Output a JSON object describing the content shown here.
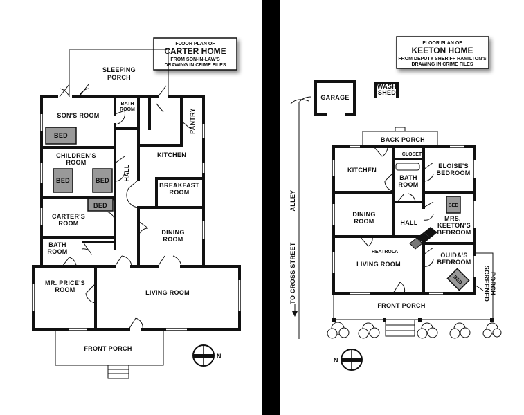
{
  "carter": {
    "title_small": "FLOOR PLAN OF",
    "title_big": "CARTER HOME",
    "subtitle_1": "FROM SON-IN-LAW'S",
    "subtitle_2": "DRAWING IN CRIME FILES",
    "rooms": {
      "sleeping_porch_1": "SLEEPING",
      "sleeping_porch_2": "PORCH",
      "sons_room": "SON'S ROOM",
      "bath_1": "BATH",
      "bath_2": "ROOM",
      "pantry": "PANTRY",
      "kitchen": "KITCHEN",
      "hall": "HALL",
      "childrens_1": "CHILDREN'S",
      "childrens_2": "ROOM",
      "breakfast_1": "BREAKFAST",
      "breakfast_2": "ROOM",
      "carters_1": "CARTER'S",
      "carters_2": "ROOM",
      "dining_1": "DINING",
      "dining_2": "ROOM",
      "bath2_1": "BATH",
      "bath2_2": "ROOM",
      "price_1": "MR. PRICE'S",
      "price_2": "ROOM",
      "living": "LIVING ROOM",
      "front_porch": "FRONT PORCH"
    },
    "beds": [
      "BED",
      "BED",
      "BED",
      "BED"
    ],
    "north": "N"
  },
  "keeton": {
    "title_small": "FLOOR PLAN OF",
    "title_big": "KEETON HOME",
    "subtitle_1": "FROM DEPUTY SHERIFF HAMILTON'S",
    "subtitle_2": "DRAWING IN CRIME FILES",
    "rooms": {
      "garage": "GARAGE",
      "wash_1": "WASH",
      "wash_2": "SHED",
      "alley": "ALLEY",
      "cross_street": "TO CROSS STREET",
      "back_porch": "BACK PORCH",
      "closet": "CLOSET",
      "kitchen": "KITCHEN",
      "bath_1": "BATH",
      "bath_2": "ROOM",
      "eloise_1": "ELOISE'S",
      "eloise_2": "BEDROOM",
      "dining_1": "DINING",
      "dining_2": "ROOM",
      "hall": "HALL",
      "mrs_1": "MRS.",
      "mrs_2": "KEETON'S",
      "mrs_3": "BEDROOM",
      "heatrola": "HEATROLA",
      "living": "LIVING ROOM",
      "ouida_1": "OUIDA'S",
      "ouida_2": "BEDROOM",
      "screened_1": "SCREENED",
      "screened_2": "PORCH",
      "front_porch": "FRONT PORCH"
    },
    "beds": [
      "BED",
      "BED"
    ],
    "north": "N"
  }
}
